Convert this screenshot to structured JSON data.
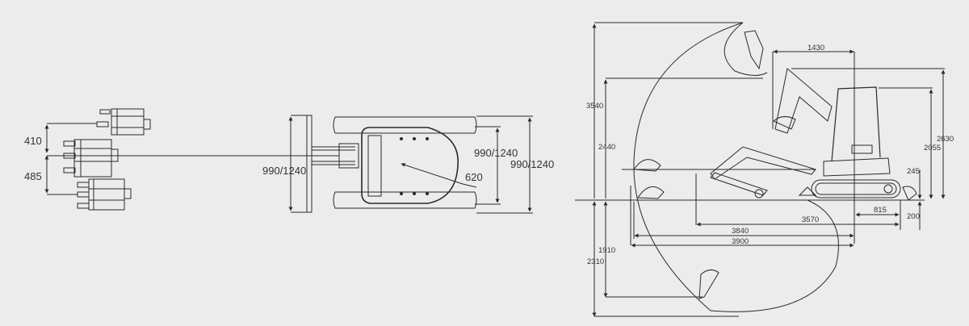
{
  "diagram": {
    "title": "Mini excavator dimension drawing",
    "background": "#ececec",
    "line_color": "#2a2a2a",
    "views": {
      "offset_view": {
        "labels": {
          "offset_left": "410",
          "offset_right": "485"
        }
      },
      "top_view": {
        "labels": {
          "blade_width": "990/1240",
          "track_inner_width": "990/1240",
          "track_outer_width": "990/1240",
          "tail_swing_radius": "620"
        }
      },
      "side_view": {
        "labels": {
          "max_dump_height_bucket": "3540",
          "max_dump_height": "2440",
          "boom_offset_top": "1430",
          "max_height": "2630",
          "cab_height": "2055",
          "blade_lift": "245",
          "blade_depth": "200",
          "rear_radius": "815",
          "min_swing_radius": "3570",
          "max_reach_ground": "3840",
          "max_reach": "3900",
          "max_vertical_dig_depth": "1910",
          "max_dig_depth": "2310"
        }
      }
    }
  }
}
